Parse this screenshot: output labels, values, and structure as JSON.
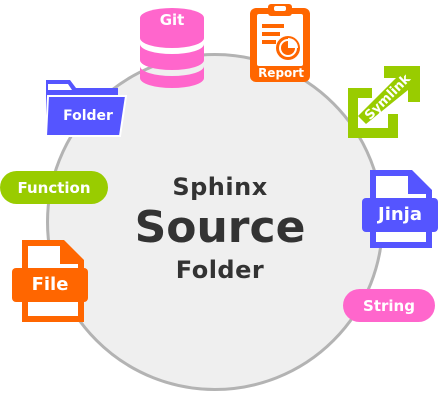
{
  "title": {
    "line1": "Sphinx",
    "line2": "Source",
    "line3": "Folder"
  },
  "items": {
    "git": {
      "label": "Git",
      "icon": "database-icon",
      "color": "#ff66cc"
    },
    "report": {
      "label": "Report",
      "icon": "clipboard-chart-icon",
      "color": "#ff6600"
    },
    "symlink": {
      "label": "Symlink",
      "icon": "symlink-arrow-icon",
      "color": "#99cc00"
    },
    "folder": {
      "label": "Folder",
      "icon": "folder-icon",
      "color": "#5555ff"
    },
    "function": {
      "label": "Function",
      "color": "#99cc00"
    },
    "jinja": {
      "label": "Jinja",
      "icon": "document-icon",
      "color": "#5555ff"
    },
    "file": {
      "label": "File",
      "icon": "document-icon",
      "color": "#ff6600"
    },
    "string": {
      "label": "String",
      "color": "#ff66cc"
    }
  },
  "colors": {
    "circle_fill": "#efefef",
    "circle_stroke": "#b3b3b3",
    "title_text": "#333333"
  }
}
